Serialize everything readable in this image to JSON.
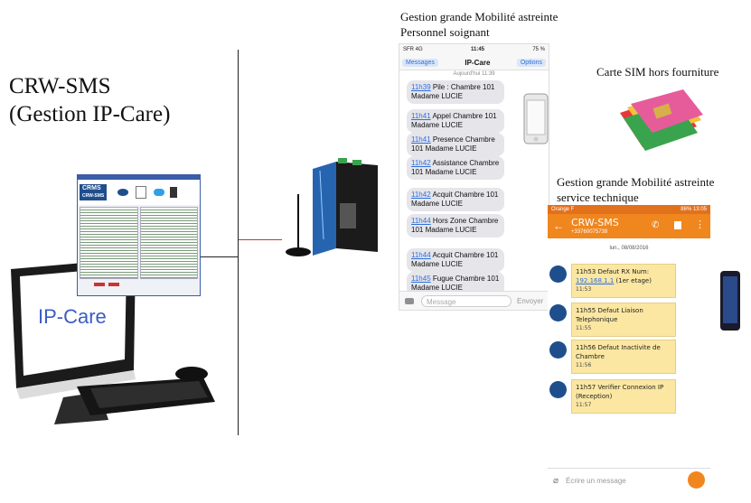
{
  "title": {
    "line1": "CRW-SMS",
    "line2": "(Gestion IP-Care)"
  },
  "ipcare_label": "IP-Care",
  "crms_logo": {
    "line1": "CRMS",
    "line2": "CRW-SMS"
  },
  "cap_top": {
    "line1": "Gestion grande Mobilité astreinte",
    "line2": "Personnel soignant"
  },
  "cap_sim": "Carte SIM hors fourniture",
  "cap_tech": {
    "line1": "Gestion grande Mobilité astreinte",
    "line2": "service technique"
  },
  "iphone": {
    "status_left": "SFR 4G",
    "status_time": "11:45",
    "status_right": "75 %",
    "back": "Messages",
    "title": "IP-Care",
    "options": "Options",
    "date": "Aujourd'hui 11:39",
    "messages": [
      {
        "time": "11h39",
        "text": "Pile : Chambre 101 Madame LUCIE"
      },
      {
        "time": "11h41",
        "text": "Appel Chambre 101 Madame LUCIE"
      },
      {
        "time": "11h41",
        "text": "Presence Chambre 101 Madame LUCIE"
      },
      {
        "time": "11h42",
        "text": "Assistance Chambre 101 Madame LUCIE"
      },
      {
        "time": "11h42",
        "text": "Acquit Chambre 101 Madame LUCIE"
      },
      {
        "time": "11h44",
        "text": "Hors Zone Chambre 101 Madame LUCIE"
      },
      {
        "time": "11h44",
        "text": "Acquit Chambre 101 Madame LUCIE"
      },
      {
        "time": "11h45",
        "text": "Fugue Chambre 101 Madame LUCIE"
      }
    ],
    "placeholder": "Message",
    "send": "Envoyer"
  },
  "android": {
    "status_left": "Orange F",
    "status_right": "86% 13:05",
    "name": "CRW-SMS",
    "number": "+33760075738",
    "date": "lun., 08/08/2016",
    "messages": [
      {
        "line1": "11h53 Defaut RX Num:",
        "line2": "(1er etage)",
        "link": "192.168.1.1",
        "time": "11:53"
      },
      {
        "line1": "11h55 Defaut Liaison",
        "line2": "Telephonique",
        "link": "",
        "time": "11:55"
      },
      {
        "line1": "11h56 Defaut Inactivite de",
        "line2": "Chambre",
        "link": "",
        "time": "11:56"
      },
      {
        "line1": "11h57 Verifier Connexion IP",
        "line2": "(Reception)",
        "link": "",
        "time": "11:57"
      }
    ],
    "placeholder": "Écrire un message"
  },
  "colors": {
    "android_orange": "#f0861e",
    "bubble_yellow": "#fbe7a2",
    "link_blue": "#2d6fe0",
    "ipcare_blue": "#3b5cc4"
  }
}
